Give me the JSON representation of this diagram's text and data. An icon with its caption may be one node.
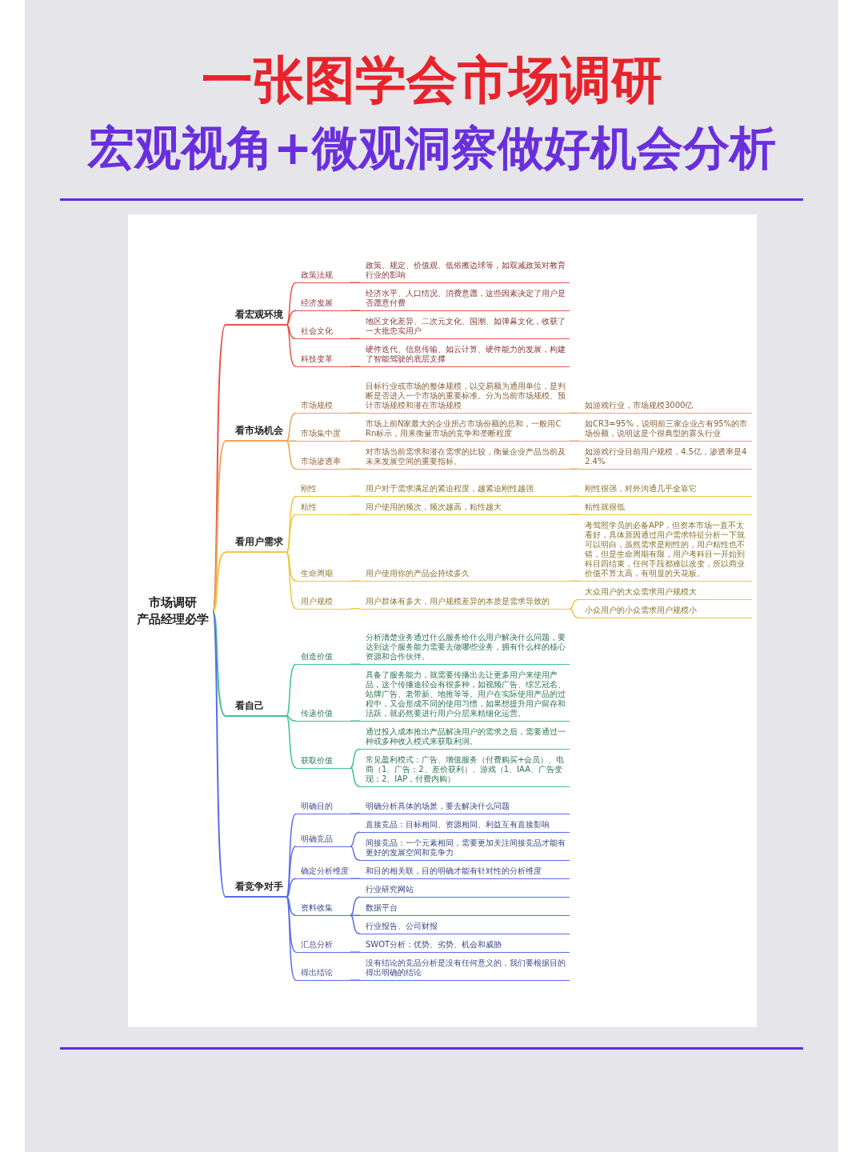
{
  "diagram": {
    "title": "一张图学会市场调研",
    "nodes": [
      {
        "text": [
          "市场调研",
          "产品经理必学"
        ]
      },
      {
        "text": [
          "看宏观环境"
        ]
      },
      {
        "text": [
          "政策法规"
        ]
      },
      {
        "text": [
          "政策、规定、价值观、低俗擦边球等，如双减政策对教育行业的影响"
        ]
      },
      {
        "text": [
          "经济发展"
        ]
      },
      {
        "text": [
          "经济水平、人口情况、消费意愿，这些因素决定了用户是否愿意付费"
        ]
      },
      {
        "text": [
          "社会文化"
        ]
      },
      {
        "text": [
          "地区文化差异、二次元文化、国潮、如弹幕文化，收获了一大批忠实用户"
        ]
      },
      {
        "text": [
          "科技变革"
        ]
      },
      {
        "text": [
          "硬件迭代、信息传输、如云计算、硬件能力的发展，构建了智能驾驶的底层支撑"
        ]
      },
      {
        "text": [
          "看市场机会"
        ]
      },
      {
        "text": [
          "市场规模"
        ]
      },
      {
        "text": [
          "目标行业或市场的整体规模，以交易额为通用单位，是判断是否进入一个市场的重要标准。分为当前市场规模、预计市场规模和潜在市场规模"
        ]
      },
      {
        "text": [
          "如游戏行业，市场规模3000亿"
        ]
      },
      {
        "text": [
          "市场集中度"
        ]
      },
      {
        "text": [
          "市场上前N家最大的企业所占市场份额的总和，一般用CRn标示，用来衡量市场的竞争和垄断程度"
        ]
      },
      {
        "text": [
          "如CR3=95%，说明前三家企业占有95%的市场份额，说明这是个很典型的寡头行业"
        ]
      },
      {
        "text": [
          "市场渗透率"
        ]
      },
      {
        "text": [
          "对市场当前需求和潜在需求的比较，衡量企业产品当前及未来发展空间的重要指标。"
        ]
      },
      {
        "text": [
          "如游戏行业目前用户规模，4.5亿，渗透率是42.4%"
        ]
      },
      {
        "text": [
          "看用户需求"
        ]
      },
      {
        "text": [
          "刚性"
        ]
      },
      {
        "text": [
          "用户对于需求满足的紧迫程度，越紧迫刚性越强"
        ]
      },
      {
        "text": [
          "刚性很强，对外沟通几乎全靠它"
        ]
      },
      {
        "text": [
          "粘性"
        ]
      },
      {
        "text": [
          "用户使用的频次，频次越高，粘性越大"
        ]
      },
      {
        "text": [
          "粘性就很低"
        ]
      },
      {
        "text": [
          "生命周期"
        ]
      },
      {
        "text": [
          "用户使用你的产品会持续多久"
        ]
      },
      {
        "text": [
          "考驾照学员的必备APP，但资本市场一直不太看好，具体原因通过用户需求特征分析一下就可以明白，虽然需求是刚性的，用户粘性也不错，但是生命周期有限，用户考科目一开始到科目四结束，任何手段都难以改变，所以商业价值不算太高，有明显的天花板。"
        ]
      },
      {
        "text": [
          "用户规模"
        ]
      },
      {
        "text": [
          "用户群体有多大，用户规模差异的本质是需求导致的"
        ]
      },
      {
        "text": [
          "大众用户的大众需求用户规模大"
        ]
      },
      {
        "text": [
          "小众用户的小众需求用户规模小"
        ]
      },
      {
        "text": [
          "看自己"
        ]
      },
      {
        "text": [
          "创造价值"
        ]
      },
      {
        "text": [
          "分析清楚业务通过什么服务给什么用户解决什么问题，要达到这个服务能力需要去做哪些业务，拥有什么样的核心资源和合作伙伴。"
        ]
      },
      {
        "text": [
          "传递价值"
        ]
      },
      {
        "text": [
          "具备了服务能力，就需要传播出去让更多用户来使用产品，这个传播途径会有很多种，如视频广告、综艺冠名、站牌广告、老带新、地推等等。用户在实际使用产品的过程中，又会形成不同的使用习惯，如果想提升用户留存和活跃，就必然要进行用户分层来精细化运营。"
        ]
      },
      {
        "text": [
          "获取价值"
        ]
      },
      {
        "text": [
          "通过投入成本推出产品解决用户的需求之后，需要通过一种或多种收入模式来获取利润。"
        ]
      },
      {
        "text": [
          "常见盈利模式：广告、增值服务（付费购买+会员）、电商（1、广告；2、差价获利）、游戏（1、IAA、广告变现；2、IAP，付费内购）"
        ]
      },
      {
        "text": [
          "看竞争对手"
        ]
      },
      {
        "text": [
          "明确目的"
        ]
      },
      {
        "text": [
          "明确分析具体的场景，要去解决什么问题"
        ]
      },
      {
        "text": [
          "明确竞品"
        ]
      },
      {
        "text": [
          "直接竞品：目标相同、资源相同、利益互有直接影响"
        ]
      },
      {
        "text": [
          "间接竞品：一个元素相同，需要更加关注间接竞品才能有更好的发展空间和竞争力"
        ]
      },
      {
        "text": [
          "确定分析维度"
        ]
      },
      {
        "text": [
          "和目的相关联，目的明确才能有针对性的分析维度"
        ]
      },
      {
        "text": [
          "资料收集"
        ]
      },
      {
        "text": [
          "行业研究网站"
        ]
      },
      {
        "text": [
          "数据平台"
        ]
      },
      {
        "text": [
          "行业报告、公司财报"
        ]
      },
      {
        "text": [
          "汇总分析"
        ]
      },
      {
        "text": [
          "SWOT分析：优势、劣势、机会和威胁"
        ]
      },
      {
        "text": [
          "得出结论"
        ]
      },
      {
        "text": [
          "没有结论的竞品分析是没有任何意义的，我们要根据目的得出明确的结论"
        ]
      }
    ],
    "edges": [
      {
        "from": 0,
        "to": 1,
        "arrow": "none",
        "color": "#e5534b"
      },
      {
        "from": 1,
        "to": 2,
        "arrow": "none",
        "color": "#e5534b"
      },
      {
        "from": 2,
        "to": 3,
        "arrow": "none",
        "color": "#e5534b"
      },
      {
        "from": 1,
        "to": 4,
        "arrow": "none",
        "color": "#e5534b"
      },
      {
        "from": 4,
        "to": 5,
        "arrow": "none",
        "color": "#e5534b"
      },
      {
        "from": 1,
        "to": 6,
        "arrow": "none",
        "color": "#e5534b"
      },
      {
        "from": 6,
        "to": 7,
        "arrow": "none",
        "color": "#e5534b"
      },
      {
        "from": 1,
        "to": 8,
        "arrow": "none",
        "color": "#e5534b"
      },
      {
        "from": 8,
        "to": 9,
        "arrow": "none",
        "color": "#e5534b"
      },
      {
        "from": 0,
        "to": 10,
        "arrow": "none",
        "color": "#f0a455"
      },
      {
        "from": 10,
        "to": 11,
        "arrow": "none",
        "color": "#f0a455"
      },
      {
        "from": 11,
        "to": 12,
        "arrow": "none",
        "color": "#f0a455"
      },
      {
        "from": 12,
        "to": 13,
        "arrow": "none",
        "color": "#f0a455"
      },
      {
        "from": 10,
        "to": 14,
        "arrow": "none",
        "color": "#f0a455"
      },
      {
        "from": 14,
        "to": 15,
        "arrow": "none",
        "color": "#f0a455"
      },
      {
        "from": 15,
        "to": 16,
        "arrow": "none",
        "color": "#f0a455"
      },
      {
        "from": 10,
        "to": 17,
        "arrow": "none",
        "color": "#f0a455"
      },
      {
        "from": 17,
        "to": 18,
        "arrow": "none",
        "color": "#f0a455"
      },
      {
        "from": 18,
        "to": 19,
        "arrow": "none",
        "color": "#f0a455"
      },
      {
        "from": 0,
        "to": 20,
        "arrow": "none",
        "color": "#eec73c"
      },
      {
        "from": 20,
        "to": 21,
        "arrow": "none",
        "color": "#eec73c"
      },
      {
        "from": 21,
        "to": 22,
        "arrow": "none",
        "color": "#eec73c"
      },
      {
        "from": 22,
        "to": 23,
        "arrow": "none",
        "color": "#eec73c"
      },
      {
        "from": 20,
        "to": 24,
        "arrow": "none",
        "color": "#eec73c"
      },
      {
        "from": 24,
        "to": 25,
        "arrow": "none",
        "color": "#eec73c"
      },
      {
        "from": 25,
        "to": 26,
        "arrow": "none",
        "color": "#eec73c"
      },
      {
        "from": 20,
        "to": 27,
        "arrow": "none",
        "color": "#eec73c"
      },
      {
        "from": 27,
        "to": 28,
        "arrow": "none",
        "color": "#eec73c"
      },
      {
        "from": 28,
        "to": 29,
        "arrow": "none",
        "color": "#eec73c"
      },
      {
        "from": 20,
        "to": 30,
        "arrow": "none",
        "color": "#eec73c"
      },
      {
        "from": 30,
        "to": 31,
        "arrow": "none",
        "color": "#eec73c"
      },
      {
        "from": 31,
        "to": 32,
        "arrow": "none",
        "color": "#eec73c"
      },
      {
        "from": 31,
        "to": 33,
        "arrow": "none",
        "color": "#eec73c"
      },
      {
        "from": 0,
        "to": 34,
        "arrow": "none",
        "color": "#3fc48d"
      },
      {
        "from": 34,
        "to": 35,
        "arrow": "none",
        "color": "#3fc48d"
      },
      {
        "from": 35,
        "to": 36,
        "arrow": "none",
        "color": "#3fc48d"
      },
      {
        "from": 34,
        "to": 37,
        "arrow": "none",
        "color": "#3fc48d"
      },
      {
        "from": 37,
        "to": 38,
        "arrow": "none",
        "color": "#3fc48d"
      },
      {
        "from": 34,
        "to": 39,
        "arrow": "none",
        "color": "#3fc48d"
      },
      {
        "from": 39,
        "to": 40,
        "arrow": "none",
        "color": "#3fc48d"
      },
      {
        "from": 39,
        "to": 41,
        "arrow": "none",
        "color": "#3fc48d"
      },
      {
        "from": 0,
        "to": 42,
        "arrow": "none",
        "color": "#5a6ee6"
      },
      {
        "from": 42,
        "to": 43,
        "arrow": "none",
        "color": "#5a6ee6"
      },
      {
        "from": 43,
        "to": 44,
        "arrow": "none",
        "color": "#5a6ee6"
      },
      {
        "from": 42,
        "to": 45,
        "arrow": "none",
        "color": "#5a6ee6"
      },
      {
        "from": 45,
        "to": 46,
        "arrow": "none",
        "color": "#5a6ee6"
      },
      {
        "from": 45,
        "to": 47,
        "arrow": "none",
        "color": "#5a6ee6"
      },
      {
        "from": 42,
        "to": 48,
        "arrow": "none",
        "color": "#5a6ee6"
      },
      {
        "from": 48,
        "to": 49,
        "arrow": "none",
        "color": "#5a6ee6"
      },
      {
        "from": 42,
        "to": 50,
        "arrow": "none",
        "color": "#5a6ee6"
      },
      {
        "from": 50,
        "to": 51,
        "arrow": "none",
        "color": "#5a6ee6"
      },
      {
        "from": 50,
        "to": 52,
        "arrow": "none",
        "color": "#5a6ee6"
      },
      {
        "from": 50,
        "to": 53,
        "arrow": "none",
        "color": "#5a6ee6"
      },
      {
        "from": 42,
        "to": 54,
        "arrow": "none",
        "color": "#5a6ee6"
      },
      {
        "from": 54,
        "to": 55,
        "arrow": "none",
        "color": "#5a6ee6"
      },
      {
        "from": 42,
        "to": 56,
        "arrow": "none",
        "color": "#5a6ee6"
      },
      {
        "from": 56,
        "to": 57,
        "arrow": "none",
        "color": "#5a6ee6"
      }
    ],
    "labels": [
      "宏观视角+微观洞察做好机会分析"
    ]
  }
}
